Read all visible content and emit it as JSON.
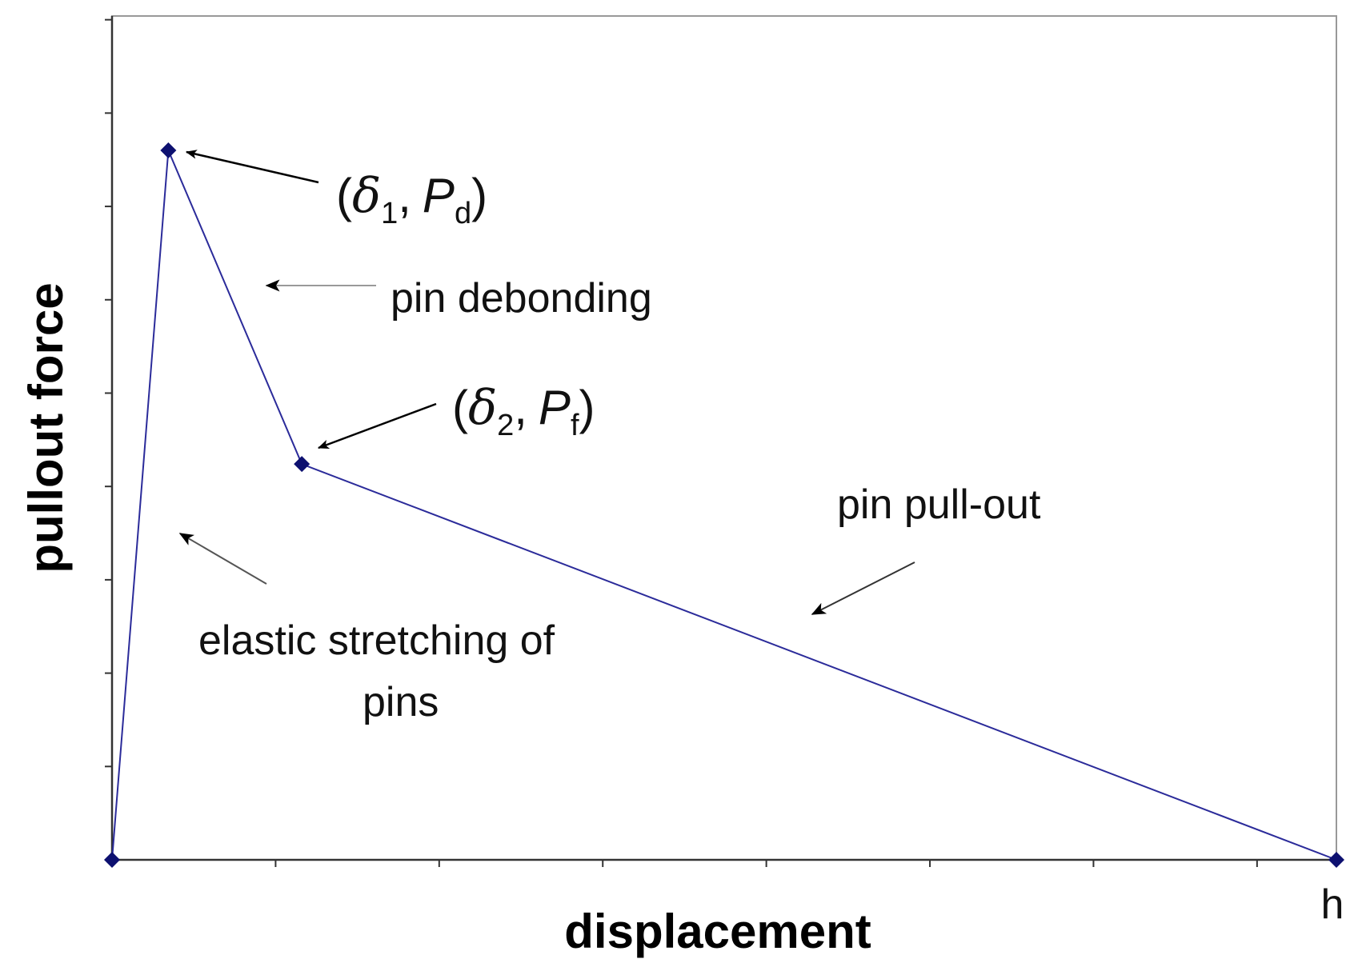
{
  "chart_data": {
    "type": "line",
    "xlabel": "displacement",
    "ylabel": "pullout force",
    "x_end_label": "h",
    "series": [
      {
        "color": "#2b2b9a",
        "marker_color": "#0d1070",
        "points": [
          {
            "x": 0,
            "y": 0
          },
          {
            "x": 0.046,
            "y": 0.95
          },
          {
            "x": 0.155,
            "y": 0.53
          },
          {
            "x": 1.0,
            "y": 0
          }
        ]
      }
    ],
    "xlim": [
      0,
      1
    ],
    "ylim": [
      0,
      1.13
    ],
    "x_ticks": [
      0.1336,
      0.2672,
      0.4008,
      0.5344,
      0.668,
      0.8016,
      0.9352
    ],
    "y_ticks": [
      0.125,
      0.25,
      0.375,
      0.5,
      0.625,
      0.75,
      0.875,
      1.0,
      1.125
    ],
    "point_labels": [
      {
        "point": 1,
        "greek": "δ",
        "sub1": "1",
        "sep": ",",
        "var": "P",
        "sub2": "d",
        "open": "(",
        "close": ")"
      },
      {
        "point": 2,
        "greek": "δ",
        "sub1": "2",
        "sep": ",",
        "var": "P",
        "sub2": "f",
        "open": "(",
        "close": ")"
      }
    ],
    "annotations": [
      {
        "id": "debond",
        "lines": [
          "pin debonding"
        ],
        "arrow_color": "#9a9a9a"
      },
      {
        "id": "elastic",
        "lines": [
          "elastic stretching of",
          "pins"
        ],
        "arrow_color": "#555555"
      },
      {
        "id": "pullout",
        "lines": [
          "pin pull-out"
        ],
        "arrow_color": "#333333"
      }
    ],
    "grid": false
  }
}
